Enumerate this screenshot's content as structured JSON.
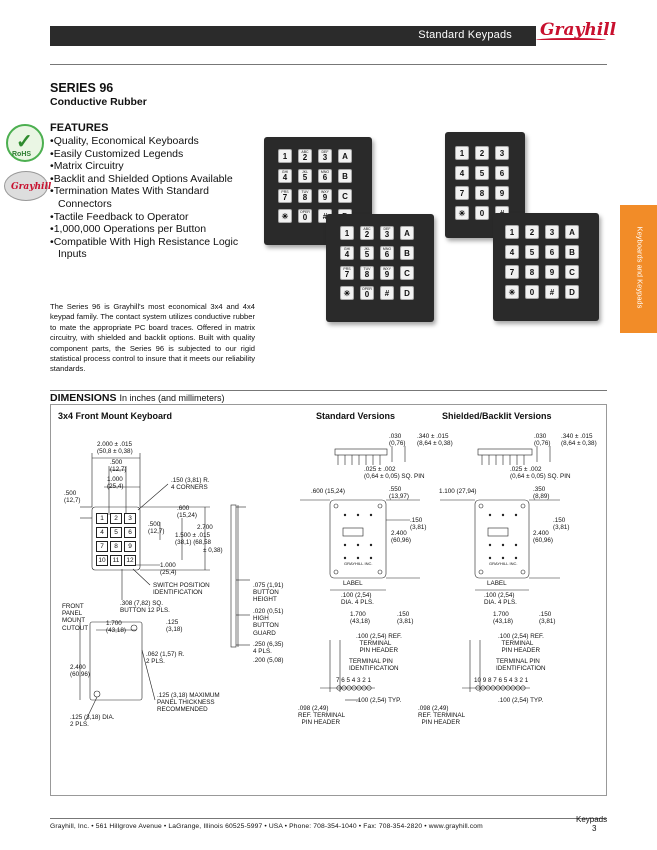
{
  "header": {
    "title": "Standard Keypads",
    "logo": "Grayhill"
  },
  "series": "SERIES 96",
  "subtitle": "Conductive Rubber",
  "features": {
    "heading": "FEATURES",
    "items": [
      "Quality, Economical Keyboards",
      "Easily Customized Legends",
      "Matrix Circuitry",
      "Backlit and Shielded Options Available",
      "Termination Mates With Standard Connectors",
      "Tactile Feedback to Operator",
      "1,000,000 Operations per Button",
      "Compatible With High Resistance Logic Inputs"
    ]
  },
  "badges": {
    "rohs": "RoHS",
    "brand_badge": "Grayhill"
  },
  "description": "The Series 96 is Grayhill's most economical 3x4 and 4x4 keypad family. The contact system utilizes conductive rubber to mate the appropriate PC board traces. Offered in matrix circuitry, with shielded and backlit options. Built with quality component parts, the Series 96 is subjected to our rigid statistical process control to insure that it meets our reliability standards.",
  "dimensions": {
    "heading": "DIMENSIONS",
    "unit_note": "In inches (and millimeters)"
  },
  "side_tab": "Keyboards and Keypads",
  "keypads": {
    "legend_keys_4x4": [
      {
        "n": "1",
        "l": ""
      },
      {
        "n": "2",
        "l": "ABC"
      },
      {
        "n": "3",
        "l": "DEF"
      },
      {
        "n": "A",
        "l": ""
      },
      {
        "n": "4",
        "l": "GHI"
      },
      {
        "n": "5",
        "l": "JKL"
      },
      {
        "n": "6",
        "l": "MNO"
      },
      {
        "n": "B",
        "l": ""
      },
      {
        "n": "7",
        "l": "PRS"
      },
      {
        "n": "8",
        "l": "TUV"
      },
      {
        "n": "9",
        "l": "WXY"
      },
      {
        "n": "C",
        "l": ""
      },
      {
        "n": "✳",
        "l": ""
      },
      {
        "n": "0",
        "l": "OPER"
      },
      {
        "n": "#",
        "l": ""
      },
      {
        "n": "D",
        "l": ""
      }
    ],
    "plain_keys_3x4": [
      "1",
      "2",
      "3",
      "4",
      "5",
      "6",
      "7",
      "8",
      "9",
      "✳",
      "0",
      "#"
    ],
    "plain_keys_4x4": [
      "1",
      "2",
      "3",
      "A",
      "4",
      "5",
      "6",
      "B",
      "7",
      "8",
      "9",
      "C",
      "✳",
      "0",
      "#",
      "D"
    ]
  },
  "drawing": {
    "headings": {
      "front": "3x4 Front Mount Keyboard",
      "standard": "Standard Versions",
      "shielded": "Shielded/Backlit Versions"
    },
    "front_keys": [
      "1",
      "2",
      "3",
      "4",
      "5",
      "6",
      "7",
      "8",
      "9",
      "10",
      "11",
      "12"
    ],
    "labels": {
      "d_2000": "2.000 ± .015",
      "d_2000_mm": "(50,8 ± 0,38)",
      "d_500": ".500",
      "d_500_mm": "(12,7)",
      "d_1000": "1.000",
      "d_1000_mm": "(25,4)",
      "d_150r": ".150 (3,81) R.",
      "d_4corners": "4 CORNERS",
      "d_500l": ".500",
      "d_500l_mm": "(12,7)",
      "d_600": ".600",
      "d_600_mm": "(15,24)",
      "d_500m": ".500",
      "d_500m_mm": "(12,7)",
      "d_2700": "2.700",
      "d_1500": "1.500",
      "d_1500_mm": "(38,1)",
      "d_2700_tol": "± .015",
      "d_2700_mm": "(68,58",
      "d_2700_mm2": "± 0,38)",
      "d_1000b": "1.000",
      "d_1000b_mm": "(25,4)",
      "switch_pos": "SWITCH POSITION",
      "identification": "IDENTIFICATION",
      "d_308": ".308 (7,82) SQ.",
      "button12": "BUTTON 12 PLS.",
      "front_panel": "FRONT",
      "panel": "PANEL",
      "mount": "MOUNT",
      "cutout": "CUTOUT",
      "d_1700": "1.700",
      "d_1700_mm": "(43,18)",
      "d_125": ".125",
      "d_125_mm": "(3,18)",
      "d_062": ".062 (1,57) R.",
      "d_2pls": "2 PLS.",
      "d_2400": "2.400",
      "d_2400_mm": "(60,96)",
      "d_125max": ".125 (3,18) MAXIMUM",
      "panel_thick": "PANEL THICKNESS",
      "recommended": "RECOMMENDED",
      "d_125dia": ".125 (3,18) DIA.",
      "d_2pls_b": "2 PLS.",
      "d_075": ".075 (1,91)",
      "button": "BUTTON",
      "height": "HEIGHT",
      "d_020": ".020 (0,51)",
      "high": "HIGH",
      "button_b": "BUTTON",
      "guard": "GUARD",
      "d_250": ".250 (6,35)",
      "d_4pls": "4 PLS.",
      "d_200": ".200 (5,08)",
      "s_030": ".030",
      "s_030_mm": "(0,76)",
      "s_340": ".340 ± .015",
      "s_340_mm": "(8,64 ± 0,38)",
      "s_025": ".025 ± .002",
      "s_025_mm": "(0,64 ± 0,05)  SQ. PIN",
      "s_600": ".600 (15,24)",
      "s_550": ".550",
      "s_550_mm": "(13,97)",
      "s_150": ".150",
      "s_150_mm": "(3,81)",
      "s_2400": "2.400",
      "s_2400_mm": "(60,96)",
      "s_brand": "GRAYHILL INC.",
      "s_label": "LABEL",
      "s_100": ".100 (2,54)",
      "s_dia4": "DIA. 4 PLS.",
      "s_1700": "1.700",
      "s_1700_mm": "(43,18)",
      "s_150b": ".150",
      "s_150b_mm": "(3,81)",
      "s_100ref": ".100 (2,54) REF.",
      "s_terminal": "TERMINAL",
      "s_pinheader": "PIN HEADER",
      "s_tpin": "TERMINAL PIN",
      "s_ident": "IDENTIFICATION",
      "s_pins": "7 6 5 4 3 2 1",
      "s_100typ": ".100 (2,54) TYP.",
      "s_098": ".098 (2,49)",
      "s_refterm": "REF. TERMINAL",
      "s_pinhdr": "PIN HEADER",
      "b_030": ".030",
      "b_030_mm": "(0,76)",
      "b_340": ".340 ± .015",
      "b_340_mm": "(8,64 ± 0,38)",
      "b_025": ".025 ± .002",
      "b_025_mm": "(0,64 ± 0,05)  SQ. PIN",
      "b_1100": "1.100 (27,94)",
      "b_350": ".350",
      "b_350_mm": "(8,89)",
      "b_150": ".150",
      "b_150_mm": "(3,81)",
      "b_2400": "2.400",
      "b_2400_mm": "(60,96)",
      "b_brand": "GRAYHILL INC.",
      "b_label": "LABEL",
      "b_100": ".100 (2,54)",
      "b_dia4": "DIA. 4 PLS.",
      "b_1700": "1.700",
      "b_1700_mm": "(43,18)",
      "b_150b": ".150",
      "b_150b_mm": "(3,81)",
      "b_100ref": ".100 (2,54) REF.",
      "b_terminal": "TERMINAL",
      "b_pinheader": "PIN HEADER",
      "b_tpin": "TERMINAL PIN",
      "b_ident": "IDENTIFICATION",
      "b_pins": "10 9    8 7 6 5 4 3 2    1",
      "b_100typ": ".100 (2,54) TYP.",
      "b_098": ".098 (2,49)",
      "b_refterm": "REF. TERMINAL",
      "b_pinhdr": "PIN HEADER"
    }
  },
  "footer": {
    "address": "Grayhill, Inc. • 561 Hillgrove Avenue • LaGrange, Illinois  60525-5997 • USA • Phone: 708-354-1040 • Fax: 708-354-2820 • www.grayhill.com",
    "section": "Keypads",
    "page": "3"
  },
  "colors": {
    "accent_tab": "#f28c28",
    "logo_red": "#c8102e",
    "header_bar": "#2b2b2b"
  }
}
